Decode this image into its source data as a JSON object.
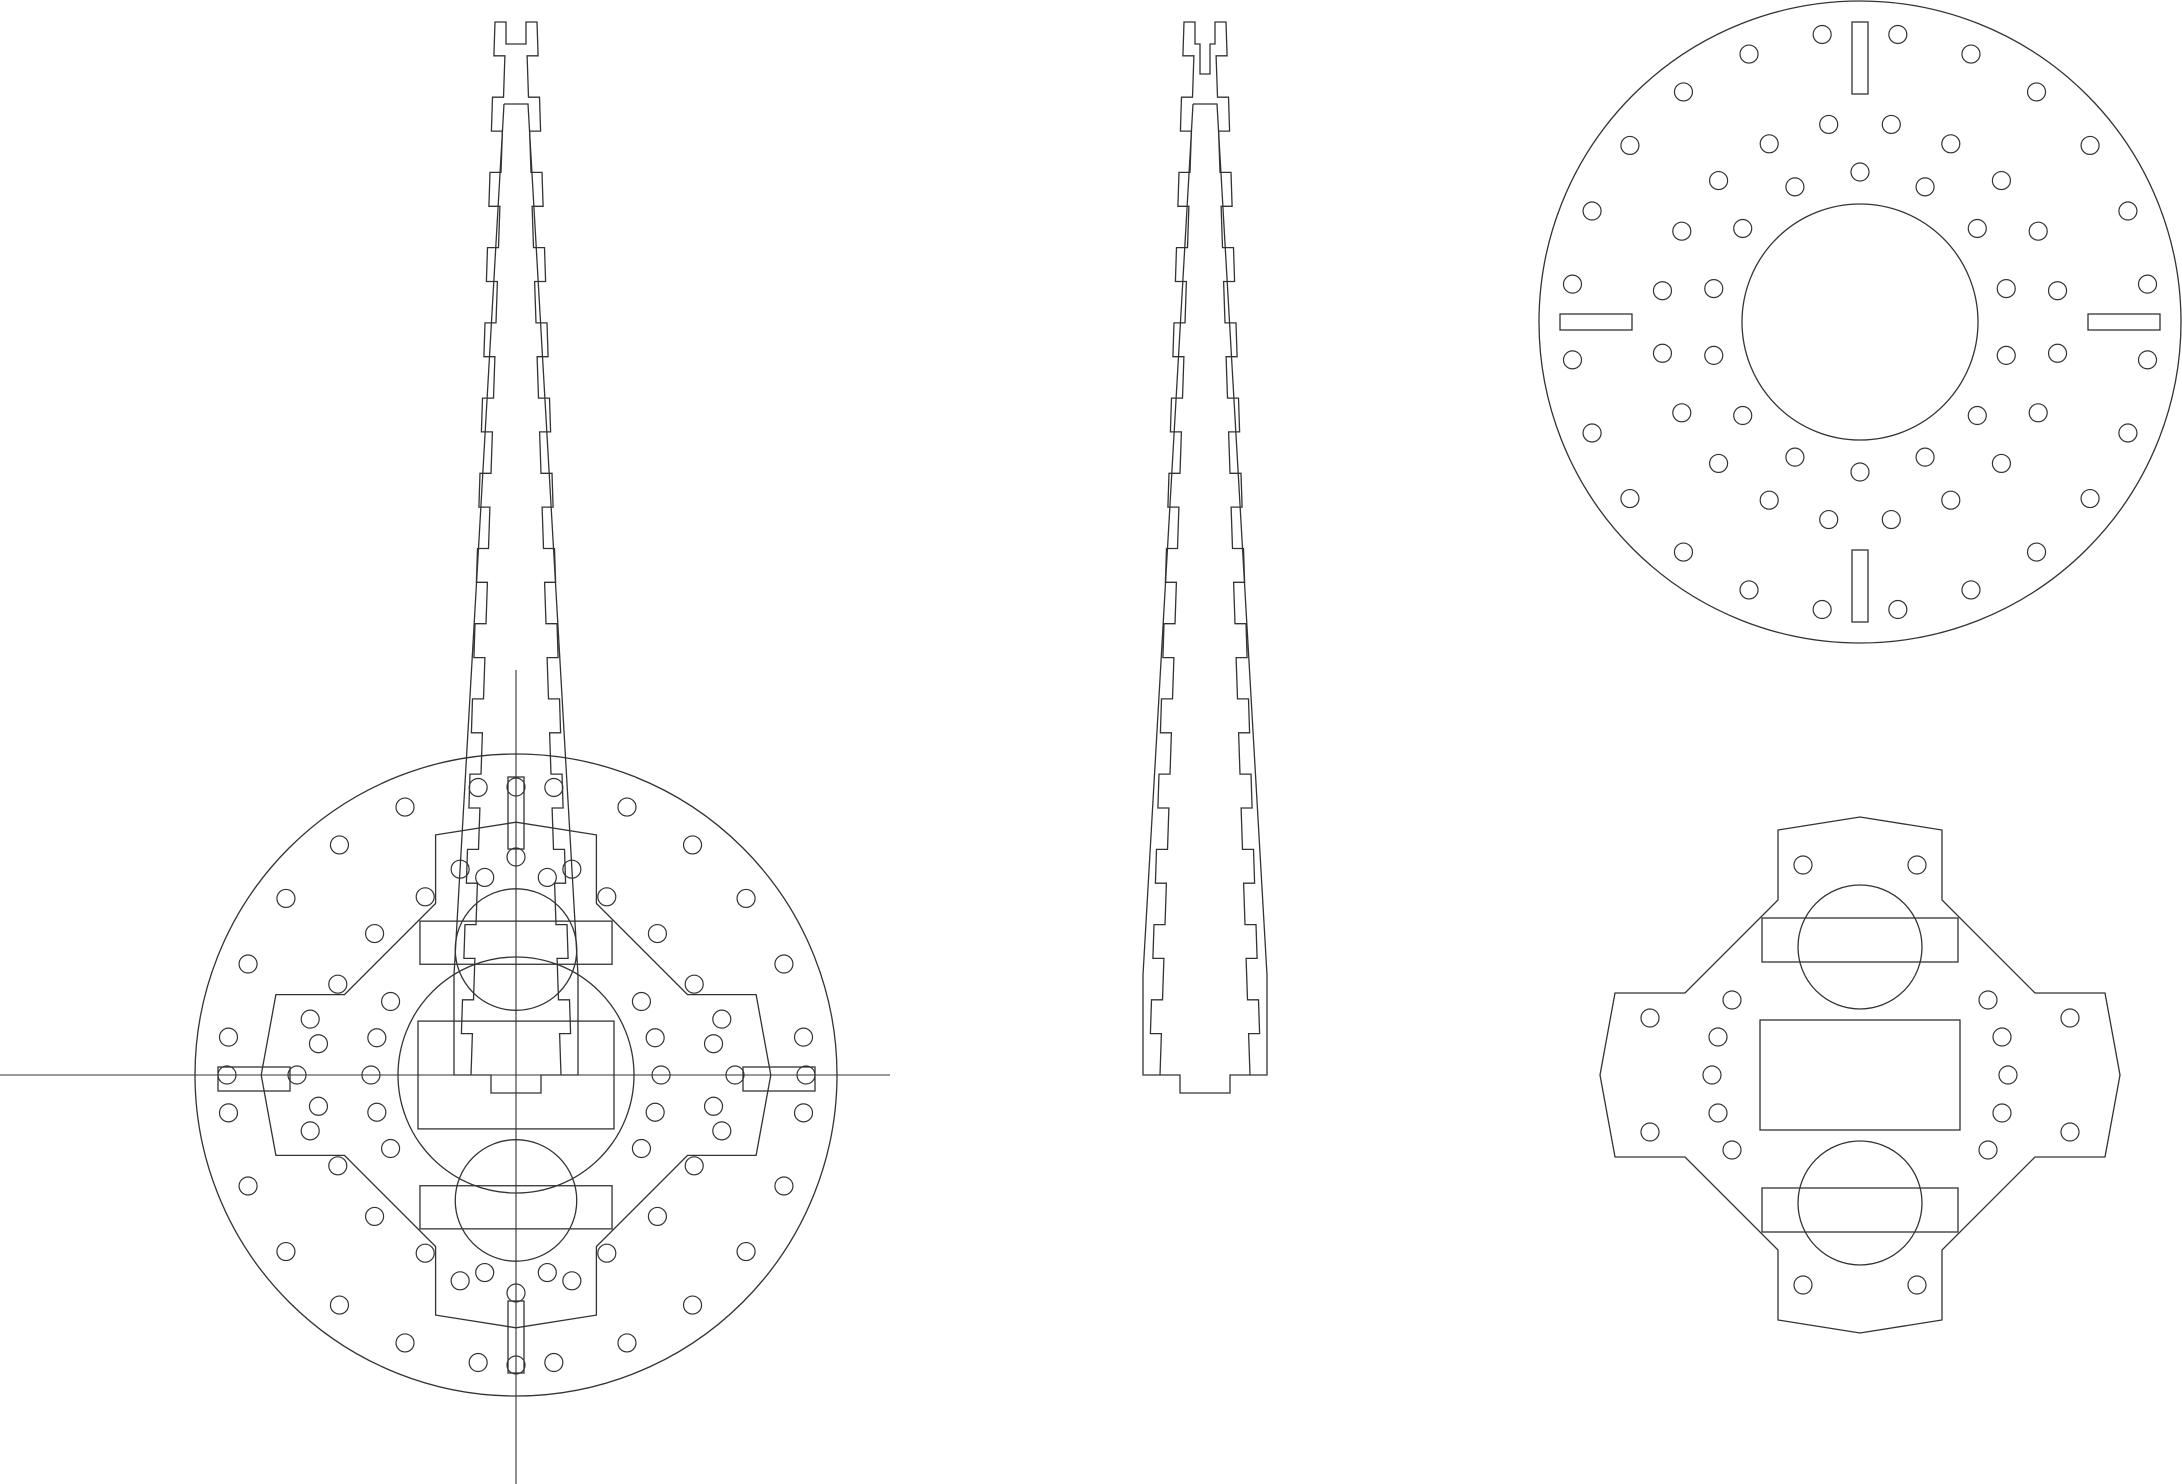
{
  "drawing": {
    "background": "#ffffff",
    "line_color": "#333333"
  },
  "parts": [
    {
      "id": "side-panel-a",
      "kind": "finger-jointed triangular leg"
    },
    {
      "id": "side-panel-b",
      "kind": "finger-jointed triangular leg"
    },
    {
      "id": "top-disc",
      "kind": "round perforated disc with center opening"
    },
    {
      "id": "assembly-plan",
      "kind": "overlay of disc, chassis plate and legs with crosshair"
    },
    {
      "id": "chassis-plate",
      "kind": "cross-shaped plate with two round cutouts and a rectangular opening"
    }
  ]
}
